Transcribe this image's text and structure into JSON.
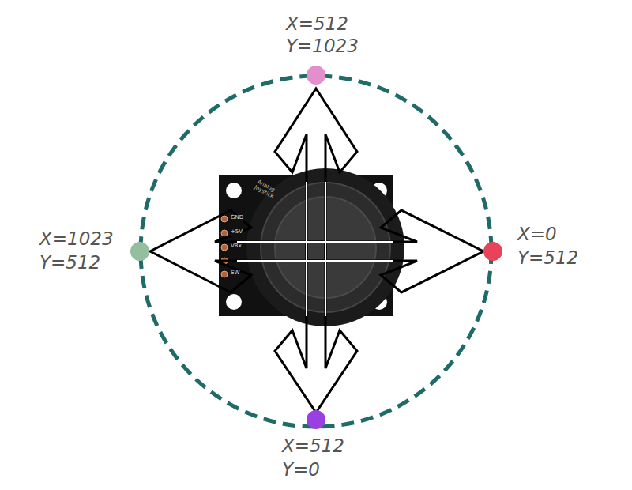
{
  "diagram": {
    "labels": [
      "X=512",
      "Y=1023",
      "X=1023",
      "Y=512",
      "X=0",
      "Y=512",
      "X=512",
      "Y=0",
      "Analog Joystick",
      "GND",
      "+5V",
      "VRx",
      "SW"
    ]
  }
}
